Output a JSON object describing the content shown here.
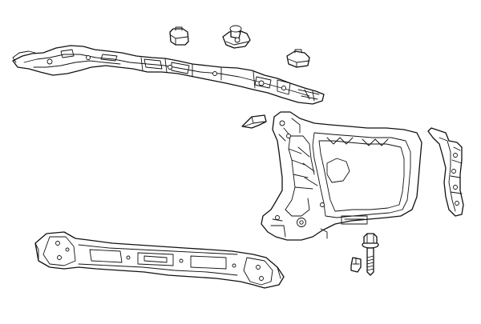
{
  "diagram": {
    "kind": "exploded-parts-illustration",
    "background": "#ffffff",
    "line_color": "#111111",
    "parts": [
      {
        "name": "upper-radiator-support-crossmember"
      },
      {
        "name": "rubber-mount-left"
      },
      {
        "name": "rubber-mount-center"
      },
      {
        "name": "rubber-mount-right"
      },
      {
        "name": "small-bracket"
      },
      {
        "name": "headlamp-mounting-panel"
      },
      {
        "name": "side-reinforcement-bracket"
      },
      {
        "name": "lower-radiator-support-crossmember"
      },
      {
        "name": "flange-bolt"
      },
      {
        "name": "retaining-clip"
      }
    ]
  }
}
